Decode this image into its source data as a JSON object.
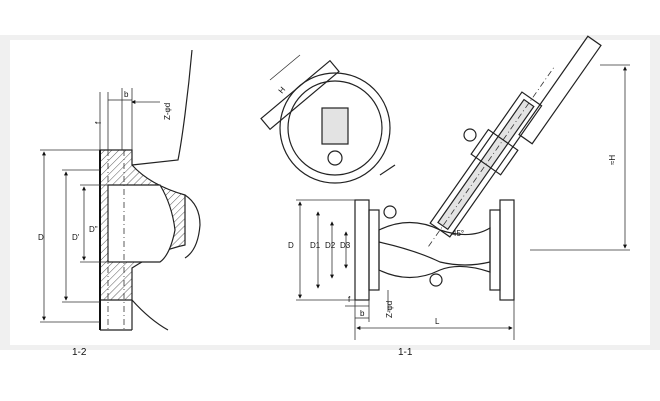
{
  "views": {
    "left": {
      "caption": "1-2",
      "labels": {
        "D": "D",
        "D_prime": "D'",
        "D_double_prime": "D\"",
        "f": "f",
        "b": "b",
        "Z_d": "Z-φd"
      }
    },
    "right": {
      "caption": "1-1",
      "labels": {
        "H_top": "H",
        "H_right": "≈H",
        "D": "D",
        "D1": "D1",
        "D2": "D2",
        "D3": "D3",
        "f": "f",
        "b": "b",
        "Z_d": "Z-φd",
        "L": "L",
        "angle": "45°"
      }
    }
  }
}
